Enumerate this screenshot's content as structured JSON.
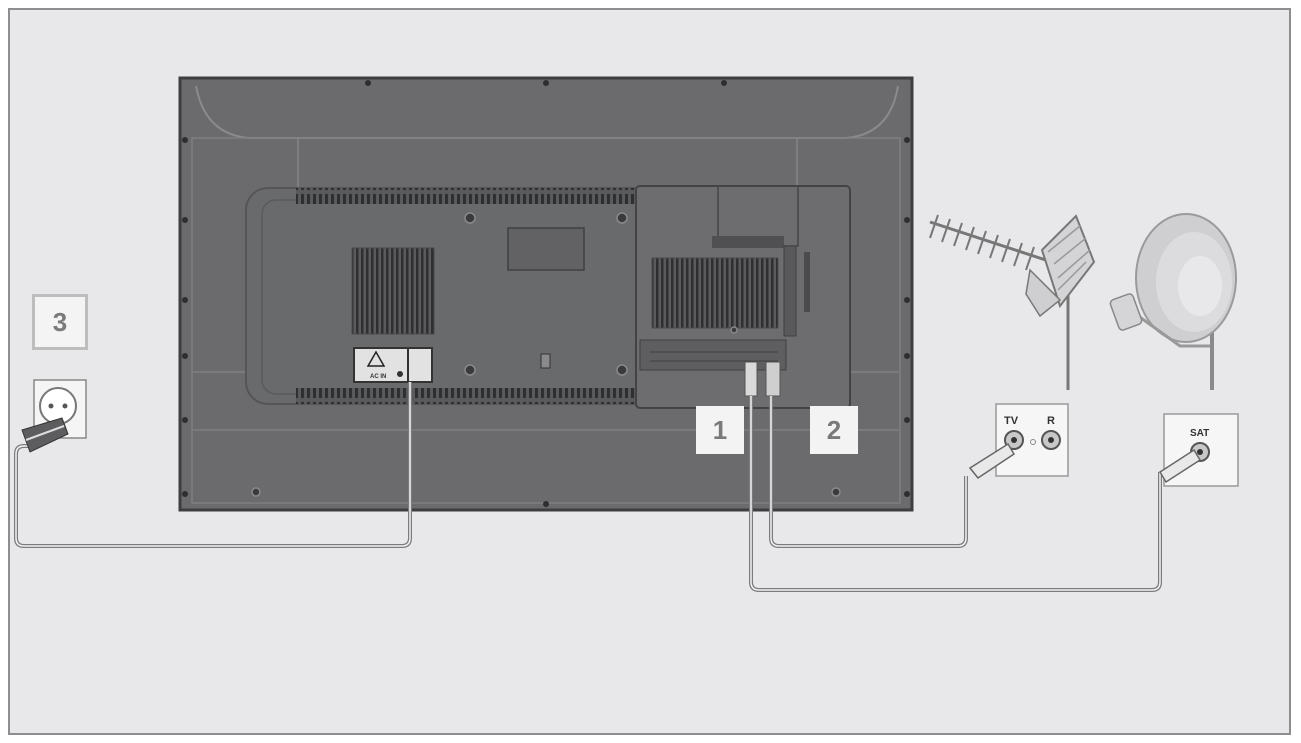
{
  "diagram": {
    "callouts": [
      {
        "id": "1",
        "text": "1"
      },
      {
        "id": "2",
        "text": "2"
      },
      {
        "id": "3",
        "text": "3"
      }
    ],
    "wall_plate_antenna": {
      "tv": "TV",
      "radio": "R"
    },
    "wall_plate_satellite": {
      "sat": "SAT"
    },
    "power_label": "AC IN",
    "colors": {
      "background": "#e8e8ea",
      "tv_body": "#6f6f71",
      "cable": "#7a7a7a",
      "frame": "#8e8e90"
    }
  }
}
